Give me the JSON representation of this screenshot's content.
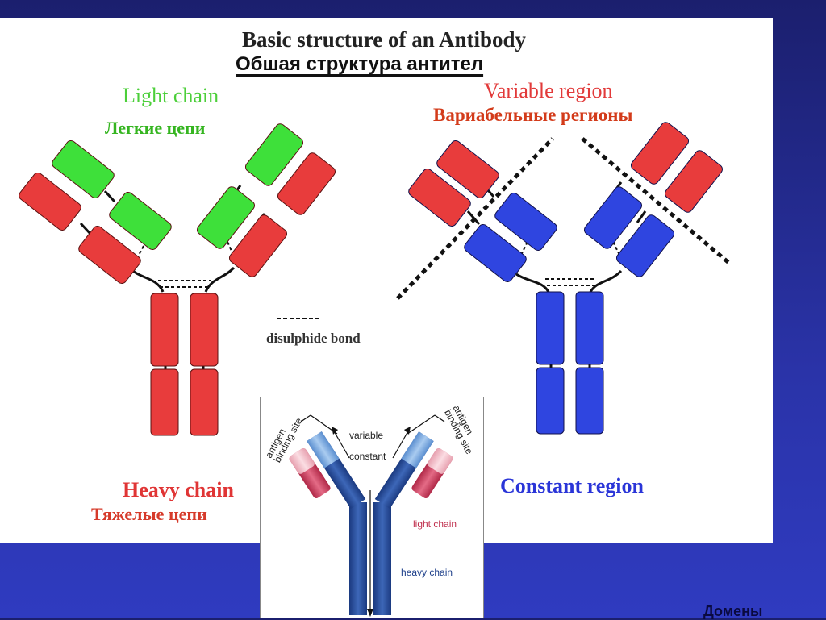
{
  "title_en": "Basic structure of an Antibody",
  "title_ru": "Обшая структура антител",
  "light_chain_en": "Light chain",
  "light_chain_ru": "Легкие цепи",
  "variable_region_en": "Variable region",
  "variable_region_ru": "Вариабельные регионы",
  "disulphide_bond": "disulphide bond",
  "heavy_chain_en": "Heavy chain",
  "heavy_chain_ru": "Тяжелые цепи",
  "constant_region_en": "Constant region",
  "corner_text": "Домены",
  "inset": {
    "antigen_binding_site": "antigen binding site",
    "variable": "variable",
    "constant": "constant",
    "light_chain": "light chain",
    "heavy_chain": "heavy chain"
  },
  "colors": {
    "light_chain": "#3ee03a",
    "heavy_chain": "#e83c3c",
    "variable_region": "#e83c3c",
    "constant_region": "#2f45e0",
    "background": "#2a33a8"
  }
}
